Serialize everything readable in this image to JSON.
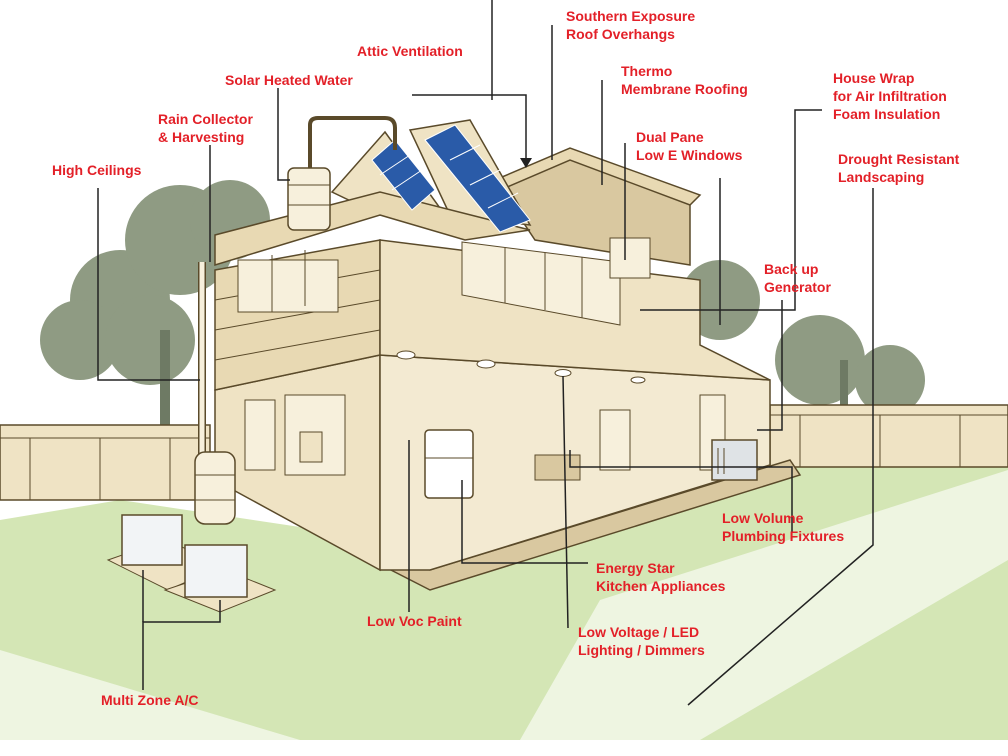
{
  "labels": {
    "southern_exposure": [
      "Southern Exposure",
      "Roof Overhangs"
    ],
    "attic_ventilation": [
      "Attic Ventilation"
    ],
    "solar_heated_water": [
      "Solar Heated Water"
    ],
    "thermo_membrane": [
      "Thermo",
      "Membrane Roofing"
    ],
    "house_wrap": [
      "House Wrap",
      "for  Air Infiltration",
      "Foam Insulation"
    ],
    "rain_collector": [
      "Rain Collector",
      "& Harvesting"
    ],
    "dual_pane": [
      "Dual Pane",
      "Low E Windows"
    ],
    "high_ceilings": [
      "High Ceilings"
    ],
    "drought_resistant": [
      "Drought Resistant",
      "Landscaping"
    ],
    "back_up_generator": [
      "Back up",
      "Generator"
    ],
    "low_volume_plumbing": [
      "Low Volume",
      "Plumbing Fixtures"
    ],
    "energy_star": [
      "Energy Star",
      "Kitchen Appliances"
    ],
    "low_voc_paint": [
      "Low Voc Paint"
    ],
    "low_voltage_led": [
      "Low Voltage / LED",
      "Lighting / Dimmers"
    ],
    "multi_zone_ac": [
      "Multi Zone A/C"
    ]
  },
  "colors": {
    "label_red": "#e32028",
    "house_fill": "#efe3c4",
    "house_dark": "#d9c8a0",
    "outline": "#5a4a2a",
    "lawn": "#d4e6b5",
    "tree": "#8f9b83",
    "solar_panel": "#2a5ba8",
    "leader": "#222222"
  }
}
